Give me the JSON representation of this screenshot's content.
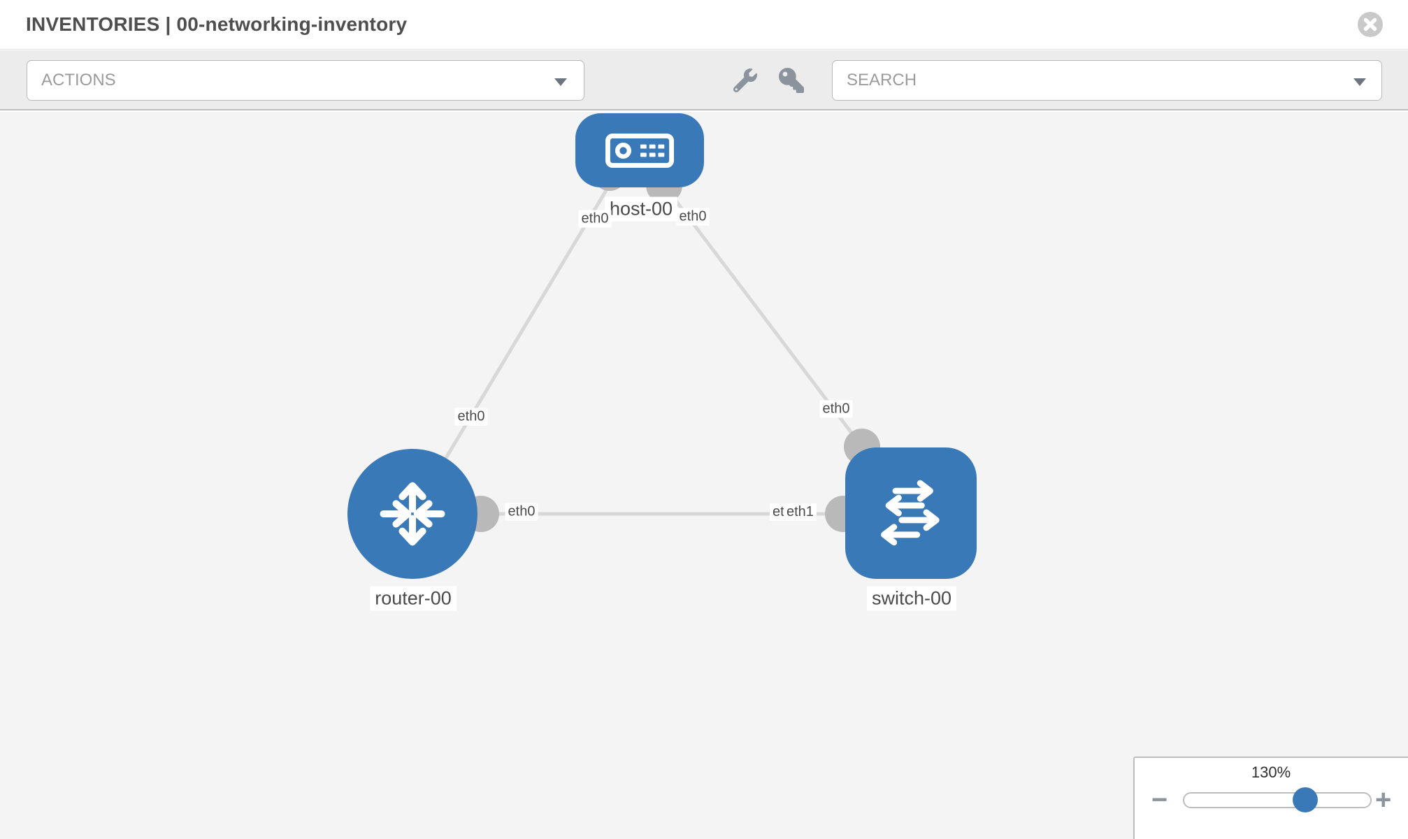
{
  "header": {
    "title": "INVENTORIES | 00-networking-inventory"
  },
  "toolbar": {
    "actions_label": "ACTIONS",
    "search_placeholder": "SEARCH"
  },
  "icons": {
    "close": "circle-x-icon",
    "wrench": "wrench-icon",
    "key": "key-icon",
    "actions_caret": "chevron-down-icon",
    "search_caret": "chevron-down-icon"
  },
  "colors": {
    "node_blue": "#3a79b8",
    "port_gray": "#b9b9b9",
    "link_gray": "#d8d8d8",
    "toolbar_bg": "#ececec",
    "canvas_bg": "#f4f4f4",
    "icon_gray": "#8b949c",
    "label_text": "#4a4a4a"
  },
  "topology": {
    "nodes": [
      {
        "label": "host-00",
        "type": "host"
      },
      {
        "label": "router-00",
        "type": "router"
      },
      {
        "label": "switch-00",
        "type": "switch"
      }
    ],
    "links": [
      {
        "from": "host-00",
        "to": "router-00"
      },
      {
        "from": "host-00",
        "to": "switch-00"
      },
      {
        "from": "router-00",
        "to": "switch-00"
      }
    ],
    "interface_labels": {
      "host_left": "eth0",
      "host_right": "eth0",
      "router_uplink": "eth0",
      "switch_uplink": "eth0",
      "router_right": "eth0",
      "switch_left_behind": "eth0",
      "switch_left_front": "eth1"
    }
  },
  "zoom_control": {
    "level": "130%",
    "minus_label": "−",
    "plus_label": "+"
  }
}
